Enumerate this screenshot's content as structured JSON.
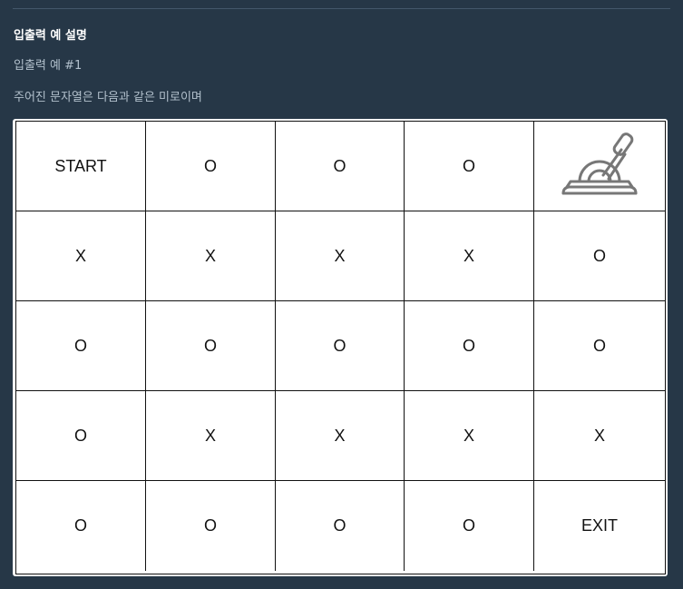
{
  "section": {
    "heading": "입출력 예 설명",
    "example_title": "입출력 예 #1",
    "description": "주어진 문자열은 다음과 같은 미로이며"
  },
  "maze": {
    "rows": [
      [
        "START",
        "O",
        "O",
        "O",
        "LEVER"
      ],
      [
        "X",
        "X",
        "X",
        "X",
        "O"
      ],
      [
        "O",
        "O",
        "O",
        "O",
        "O"
      ],
      [
        "O",
        "X",
        "X",
        "X",
        "X"
      ],
      [
        "O",
        "O",
        "O",
        "O",
        "EXIT"
      ]
    ],
    "lever_icon": "lever-icon"
  }
}
